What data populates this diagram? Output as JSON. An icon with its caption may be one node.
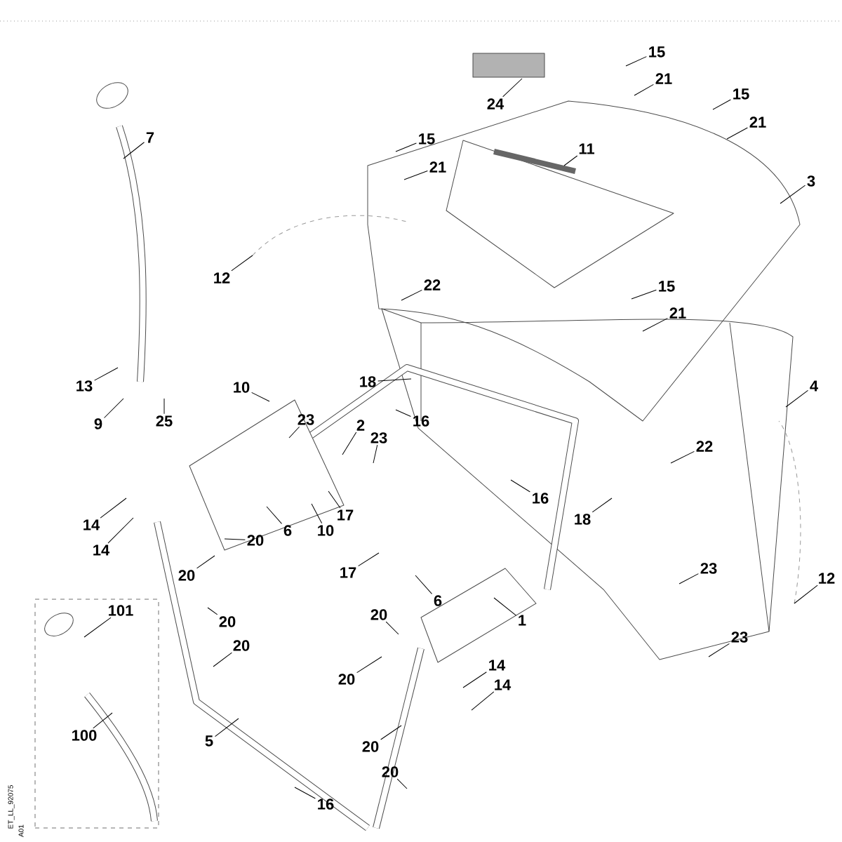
{
  "diagram": {
    "nodes": [
      {
        "text": [
          "15"
        ]
      },
      {
        "text": [
          "24"
        ]
      },
      {
        "text": [
          "21"
        ]
      },
      {
        "text": [
          "15"
        ]
      },
      {
        "text": [
          "21"
        ]
      },
      {
        "text": [
          "7"
        ]
      },
      {
        "text": [
          "15"
        ]
      },
      {
        "text": [
          "11"
        ]
      },
      {
        "text": [
          "21"
        ]
      },
      {
        "text": [
          "3"
        ]
      },
      {
        "text": [
          "12"
        ]
      },
      {
        "text": [
          "22"
        ]
      },
      {
        "text": [
          "15"
        ]
      },
      {
        "text": [
          "21"
        ]
      },
      {
        "text": [
          "10"
        ]
      },
      {
        "text": [
          "18"
        ]
      },
      {
        "text": [
          "13"
        ]
      },
      {
        "text": [
          "4"
        ]
      },
      {
        "text": [
          "16"
        ]
      },
      {
        "text": [
          "9"
        ]
      },
      {
        "text": [
          "25"
        ]
      },
      {
        "text": [
          "23"
        ]
      },
      {
        "text": [
          "2"
        ]
      },
      {
        "text": [
          "23"
        ]
      },
      {
        "text": [
          "22"
        ]
      },
      {
        "text": [
          "16"
        ]
      },
      {
        "text": [
          "18"
        ]
      },
      {
        "text": [
          "14"
        ]
      },
      {
        "text": [
          "6"
        ]
      },
      {
        "text": [
          "10"
        ]
      },
      {
        "text": [
          "17"
        ]
      },
      {
        "text": [
          "20"
        ]
      },
      {
        "text": [
          "14"
        ]
      },
      {
        "text": [
          "23"
        ]
      },
      {
        "text": [
          "17"
        ]
      },
      {
        "text": [
          "20"
        ]
      },
      {
        "text": [
          "12"
        ]
      },
      {
        "text": [
          "6"
        ]
      },
      {
        "text": [
          "20"
        ]
      },
      {
        "text": [
          "1"
        ]
      },
      {
        "text": [
          "20"
        ]
      },
      {
        "text": [
          "23"
        ]
      },
      {
        "text": [
          "20"
        ]
      },
      {
        "text": [
          "14"
        ]
      },
      {
        "text": [
          "20"
        ]
      },
      {
        "text": [
          "14"
        ]
      },
      {
        "text": [],
        "shape": "box"
      },
      {
        "text": [
          "101"
        ],
        "in": 46
      },
      {
        "text": [
          "100"
        ],
        "in": 46
      },
      {
        "text": [
          "5"
        ]
      },
      {
        "text": [
          "20"
        ]
      },
      {
        "text": [
          "20"
        ]
      },
      {
        "text": [
          "16"
        ]
      }
    ],
    "edges": [
      {
        "from": 0,
        "to": null,
        "arrow": "none"
      },
      {
        "from": 1,
        "to": null,
        "arrow": "none"
      },
      {
        "from": 2,
        "to": null,
        "arrow": "none"
      },
      {
        "from": 3,
        "to": null,
        "arrow": "none"
      },
      {
        "from": 4,
        "to": null,
        "arrow": "none"
      },
      {
        "from": 5,
        "to": null,
        "arrow": "none"
      },
      {
        "from": 6,
        "to": null,
        "arrow": "none"
      },
      {
        "from": 7,
        "to": null,
        "arrow": "none"
      },
      {
        "from": 8,
        "to": null,
        "arrow": "none"
      },
      {
        "from": 9,
        "to": null,
        "arrow": "none"
      },
      {
        "from": 10,
        "to": null,
        "arrow": "none"
      },
      {
        "from": 11,
        "to": null,
        "arrow": "none"
      },
      {
        "from": 12,
        "to": null,
        "arrow": "none"
      },
      {
        "from": 13,
        "to": null,
        "arrow": "none"
      },
      {
        "from": 14,
        "to": null,
        "arrow": "none"
      },
      {
        "from": 15,
        "to": null,
        "arrow": "none"
      },
      {
        "from": 16,
        "to": null,
        "arrow": "none"
      },
      {
        "from": 17,
        "to": null,
        "arrow": "none"
      },
      {
        "from": 18,
        "to": null,
        "arrow": "none"
      },
      {
        "from": 19,
        "to": null,
        "arrow": "none"
      },
      {
        "from": 20,
        "to": null,
        "arrow": "none"
      },
      {
        "from": 21,
        "to": null,
        "arrow": "none"
      },
      {
        "from": 22,
        "to": null,
        "arrow": "none"
      },
      {
        "from": 23,
        "to": null,
        "arrow": "none"
      },
      {
        "from": 24,
        "to": null,
        "arrow": "none"
      },
      {
        "from": 25,
        "to": null,
        "arrow": "none"
      },
      {
        "from": 26,
        "to": null,
        "arrow": "none"
      },
      {
        "from": 27,
        "to": null,
        "arrow": "none"
      },
      {
        "from": 28,
        "to": null,
        "arrow": "none"
      },
      {
        "from": 29,
        "to": null,
        "arrow": "none"
      },
      {
        "from": 30,
        "to": null,
        "arrow": "none"
      },
      {
        "from": 31,
        "to": null,
        "arrow": "none"
      },
      {
        "from": 32,
        "to": null,
        "arrow": "none"
      },
      {
        "from": 33,
        "to": null,
        "arrow": "none"
      },
      {
        "from": 34,
        "to": null,
        "arrow": "none"
      },
      {
        "from": 35,
        "to": null,
        "arrow": "none"
      },
      {
        "from": 36,
        "to": null,
        "arrow": "none"
      },
      {
        "from": 37,
        "to": null,
        "arrow": "none"
      },
      {
        "from": 38,
        "to": null,
        "arrow": "none"
      },
      {
        "from": 39,
        "to": null,
        "arrow": "none"
      },
      {
        "from": 40,
        "to": null,
        "arrow": "none"
      },
      {
        "from": 41,
        "to": null,
        "arrow": "none"
      },
      {
        "from": 42,
        "to": null,
        "arrow": "none"
      },
      {
        "from": 43,
        "to": null,
        "arrow": "none"
      },
      {
        "from": 44,
        "to": null,
        "arrow": "none"
      },
      {
        "from": 45,
        "to": null,
        "arrow": "none"
      },
      {
        "from": 47,
        "to": null,
        "arrow": "none"
      },
      {
        "from": 48,
        "to": null,
        "arrow": "none"
      },
      {
        "from": 49,
        "to": null,
        "arrow": "none"
      },
      {
        "from": 50,
        "to": null,
        "arrow": "none"
      },
      {
        "from": 51,
        "to": null,
        "arrow": "none"
      },
      {
        "from": 52,
        "to": null,
        "arrow": "none"
      }
    ],
    "labels": [
      "ET_LL_92075",
      "A01"
    ]
  }
}
